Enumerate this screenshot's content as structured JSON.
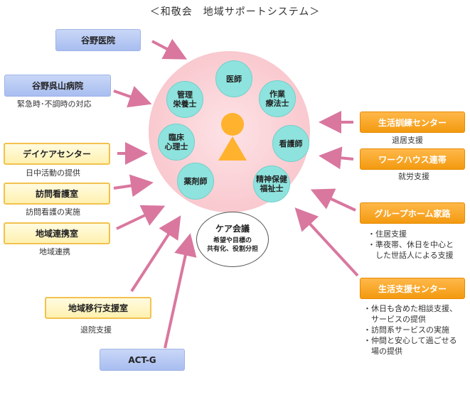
{
  "title": "＜和敬会　地域サポートシステム＞",
  "left_boxes": [
    {
      "label": "谷野医院",
      "note": ""
    },
    {
      "label": "谷野呉山病院",
      "note": "緊急時･不調時の対応"
    },
    {
      "label": "デイケアセンター",
      "note": "日中活動の提供"
    },
    {
      "label": "訪問看護室",
      "note": "訪問看護の実施"
    },
    {
      "label": "地域連携室",
      "note": "地域連携"
    },
    {
      "label": "地域移行支援室",
      "note": "退院支援"
    },
    {
      "label": "ACT-G",
      "note": ""
    }
  ],
  "right_boxes": [
    {
      "label": "生活訓練センター",
      "note": "退居支援"
    },
    {
      "label": "ワークハウス連帯",
      "note": "就労支援"
    },
    {
      "label": "グループホーム家路",
      "notes": [
        "・住居支援",
        "・準夜帯、休日を中心と",
        "　した世話人による支援"
      ]
    },
    {
      "label": "生活支援センター",
      "notes": [
        "・休日も含めた相談支援、",
        "　サービスの提供",
        "・訪問系サービスの実施",
        "・仲間と安心して過ごせる",
        "　場の提供"
      ]
    }
  ],
  "roles": [
    "医師",
    "作業\n療法士",
    "看護師",
    "精神保健\n福祉士",
    "薬剤師",
    "臨床\n心理士",
    "管理\n栄養士"
  ],
  "care": {
    "title": "ケア会議",
    "sub1": "希望や目標の",
    "sub2": "共有化、役割分担"
  },
  "colors": {
    "arrow": "#d9779f",
    "blue": "#a8bdf0",
    "yellow_border": "#f2c24e",
    "orange": "#f39a10",
    "role": "#8fe3de",
    "circle": "#f9c9cf",
    "person": "#ffb22e"
  }
}
